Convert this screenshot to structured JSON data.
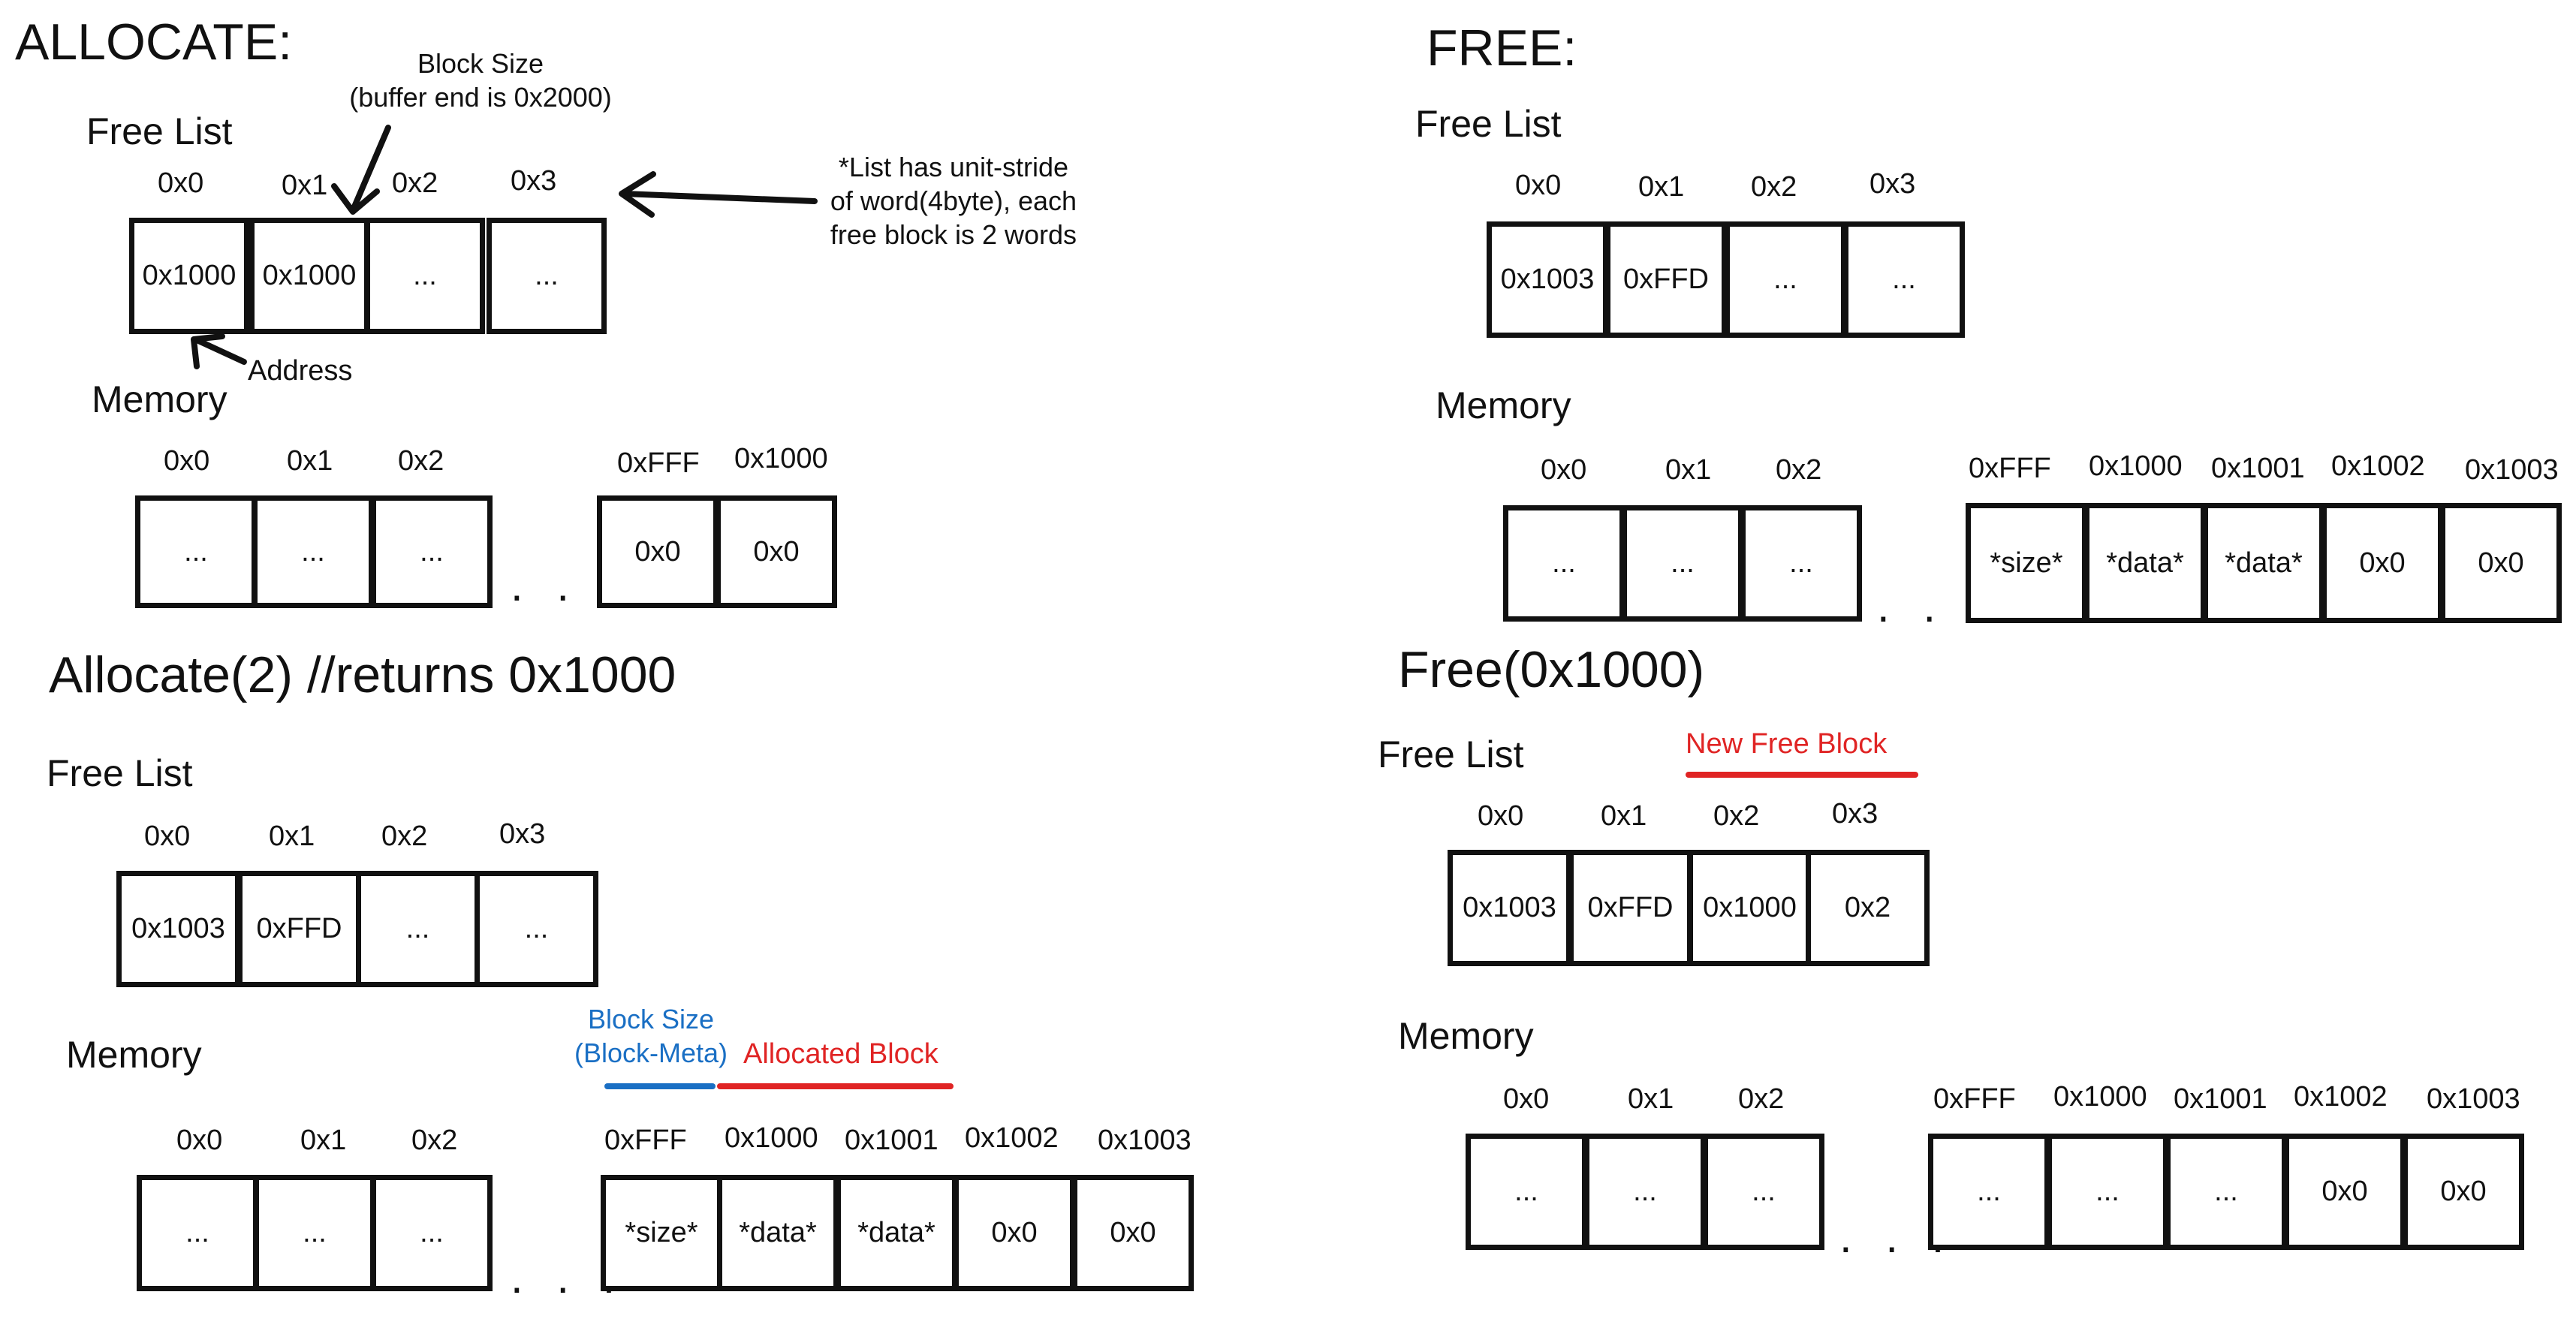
{
  "allocate_section": {
    "title": "ALLOCATE:",
    "free_list": {
      "label": "Free List",
      "addresses": [
        "0x0",
        "0x1",
        "0x2",
        "0x3"
      ],
      "values": [
        "0x1000",
        "0x1000",
        "...",
        "..."
      ]
    },
    "memory": {
      "label": "Memory",
      "left_addresses": [
        "0x0",
        "0x1",
        "0x2"
      ],
      "left_values": [
        "...",
        "...",
        "..."
      ],
      "gap": ". . .",
      "right_addresses": [
        "0xFFF",
        "0x1000"
      ],
      "right_values": [
        "0x0",
        "0x0"
      ]
    },
    "annotations": {
      "block_size": "Block Size\n(buffer end is 0x2000)",
      "list_note": "*List has unit-stride\nof word(4byte), each\nfree block is 2 words",
      "address": "Address"
    }
  },
  "allocate_result": {
    "title": "Allocate(2) //returns 0x1000",
    "free_list": {
      "label": "Free List",
      "addresses": [
        "0x0",
        "0x1",
        "0x2",
        "0x3"
      ],
      "values": [
        "0x1003",
        "0xFFD",
        "...",
        "..."
      ]
    },
    "memory": {
      "label": "Memory",
      "left_addresses": [
        "0x0",
        "0x1",
        "0x2"
      ],
      "left_values": [
        "...",
        "...",
        "..."
      ],
      "gap": ". . .",
      "right_addresses": [
        "0xFFF",
        "0x1000",
        "0x1001",
        "0x1002",
        "0x1003"
      ],
      "right_values": [
        "*size*",
        "*data*",
        "*data*",
        "0x0",
        "0x0"
      ]
    },
    "annotations": {
      "block_size_meta": "Block Size\n(Block-Meta)",
      "allocated_block": "Allocated Block"
    }
  },
  "free_section": {
    "title": "FREE:",
    "free_list": {
      "label": "Free List",
      "addresses": [
        "0x0",
        "0x1",
        "0x2",
        "0x3"
      ],
      "values": [
        "0x1003",
        "0xFFD",
        "...",
        "..."
      ]
    },
    "memory": {
      "label": "Memory",
      "left_addresses": [
        "0x0",
        "0x1",
        "0x2"
      ],
      "left_values": [
        "...",
        "...",
        "..."
      ],
      "gap": ". . .",
      "right_addresses": [
        "0xFFF",
        "0x1000",
        "0x1001",
        "0x1002",
        "0x1003"
      ],
      "right_values": [
        "*size*",
        "*data*",
        "*data*",
        "0x0",
        "0x0"
      ]
    }
  },
  "free_result": {
    "title": "Free(0x1000)",
    "free_list": {
      "label": "Free List",
      "addresses": [
        "0x0",
        "0x1",
        "0x2",
        "0x3"
      ],
      "values": [
        "0x1003",
        "0xFFD",
        "0x1000",
        "0x2"
      ]
    },
    "memory": {
      "label": "Memory",
      "left_addresses": [
        "0x0",
        "0x1",
        "0x2"
      ],
      "left_values": [
        "...",
        "...",
        "..."
      ],
      "gap": ". . .",
      "right_addresses": [
        "0xFFF",
        "0x1000",
        "0x1001",
        "0x1002",
        "0x1003"
      ],
      "right_values": [
        "...",
        "...",
        "...",
        "0x0",
        "0x0"
      ]
    },
    "annotations": {
      "new_free_block": "New Free Block"
    }
  },
  "colors": {
    "ink": "#111111",
    "blue": "#1a6fc4",
    "red": "#e02424"
  }
}
